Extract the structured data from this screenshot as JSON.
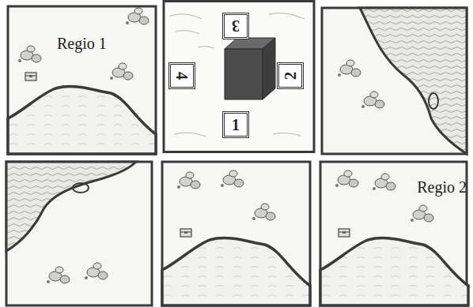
{
  "diagram": {
    "nodes": [
      {
        "text": [
          "3"
        ]
      },
      {
        "text": [
          "4"
        ]
      },
      {
        "text": [
          "2"
        ]
      },
      {
        "text": [
          "1"
        ]
      }
    ],
    "labels": [
      "Regio 1",
      "Regio 2"
    ]
  }
}
